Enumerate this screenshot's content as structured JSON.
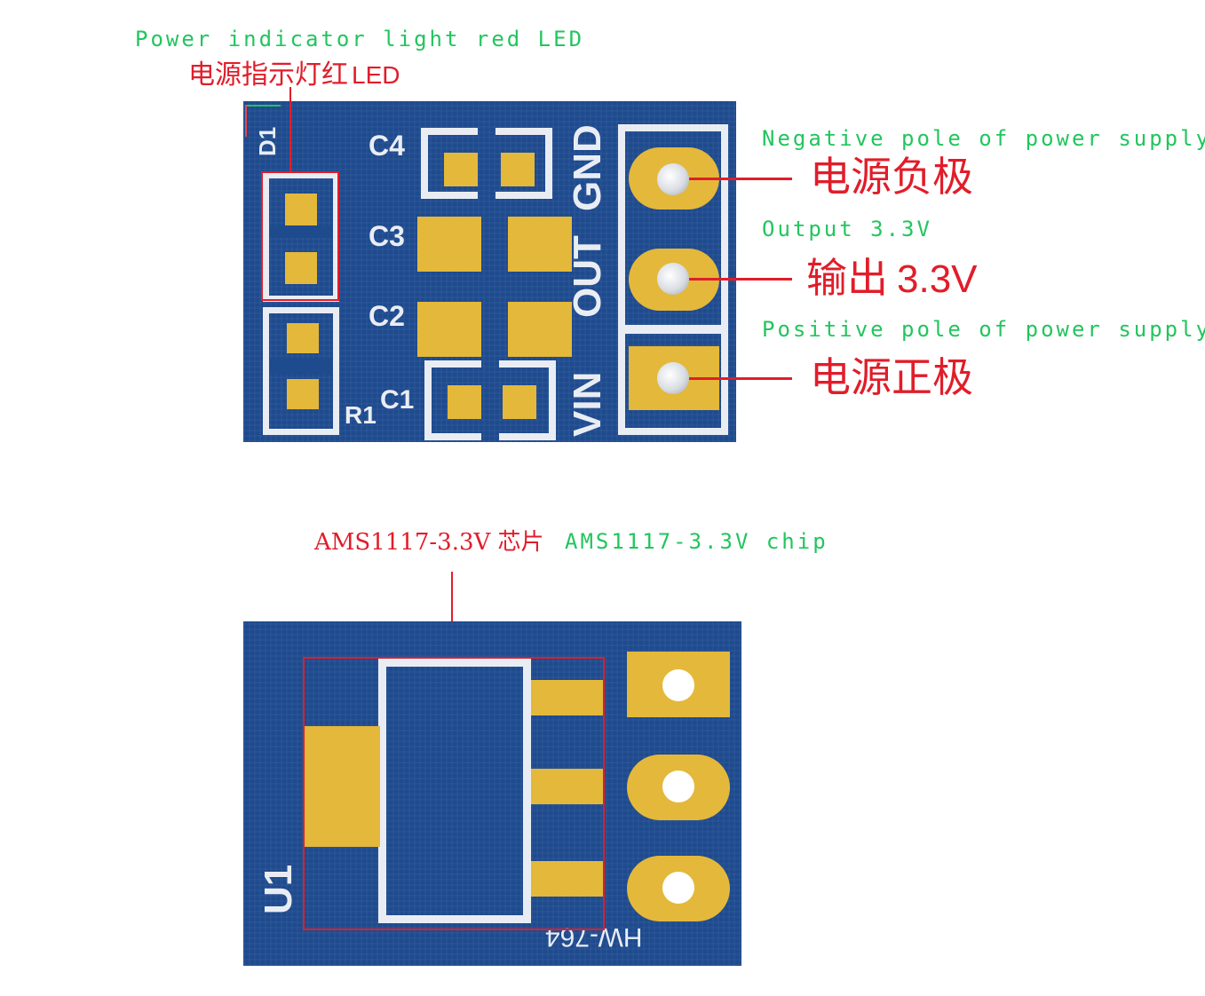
{
  "top_labels": {
    "led_en": "Power indicator light red LED",
    "led_cn_prefix": "电源指示灯红",
    "led_cn_suffix": "LED",
    "gnd_en": "Negative pole of power supply",
    "gnd_cn": "电源负极",
    "out_en": "Output 3.3V",
    "out_cn_prefix": "输出",
    "out_cn_value": "3.3V",
    "vin_en": "Positive pole of power supply",
    "vin_cn": "电源正极"
  },
  "top_board": {
    "silkscreen": [
      "D1",
      "C4",
      "C3",
      "C2",
      "C1",
      "R1",
      "GND",
      "OUT",
      "VIN"
    ]
  },
  "bottom_labels": {
    "chip_red": "AMS1117-3.3V 芯片",
    "chip_green": "AMS1117-3.3V chip"
  },
  "bottom_board": {
    "silkscreen": [
      "U1",
      "HW-764"
    ]
  },
  "colors": {
    "pcb": "#1e4a8e",
    "pad": "#e4b83a",
    "silkscreen": "#e9edf3",
    "annotation_red": "#e11d2a",
    "annotation_green": "#22c55e"
  }
}
